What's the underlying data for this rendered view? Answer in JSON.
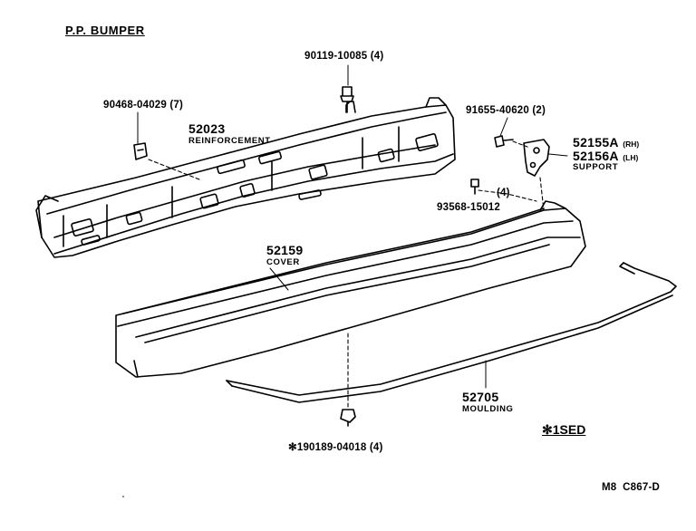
{
  "title": "P.P. BUMPER",
  "parts": {
    "bolt_top": {
      "number": "90119-10085",
      "qty": "(4)"
    },
    "clip_left": {
      "number": "90468-04029",
      "qty": "(7)"
    },
    "reinforcement": {
      "number": "52023",
      "name": "REINFORCEMENT"
    },
    "bolt_right": {
      "number": "91655-40620",
      "qty": "(2)"
    },
    "support": {
      "number_rh": "52155A",
      "side_rh": "(RH)",
      "number_lh": "52156A",
      "side_lh": "(LH)",
      "name": "SUPPORT"
    },
    "screw": {
      "qty": "(4)",
      "number": "93568-15012"
    },
    "cover": {
      "number": "52159",
      "name": "COVER"
    },
    "moulding": {
      "number": "52705",
      "name": "MOULDING"
    },
    "nut": {
      "prefix": "✻1",
      "number": "90189-04018",
      "qty": "(4)"
    }
  },
  "note": {
    "marker": "✻1",
    "text": "SED"
  },
  "footer": {
    "ref": "M8  C867-D"
  },
  "colors": {
    "ink": "#000000",
    "paper": "#ffffff"
  }
}
